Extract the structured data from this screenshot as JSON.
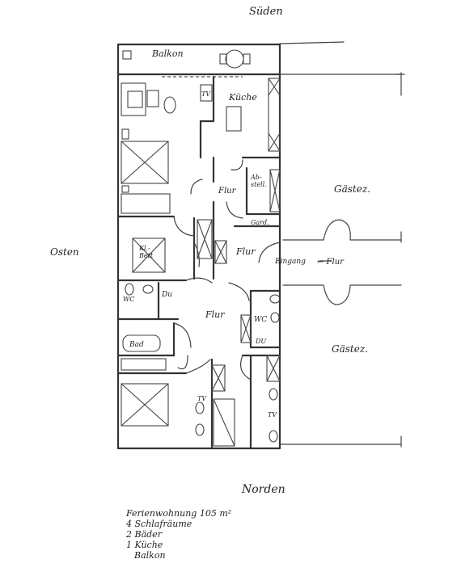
{
  "compass": {
    "south": "Süden",
    "north": "Norden",
    "east": "Osten"
  },
  "rooms": {
    "balcony": "Balkon",
    "kitchen": "Küche",
    "tv_kitchen": "TV",
    "storage": "Ab-\nstell.",
    "hall_1": "Flur",
    "wardrobe": "Gard.",
    "folding_bed": "Kl.-\nBett",
    "hall_2": "Flur",
    "entrance": "Eingang",
    "corridor_arrow": "← Flur",
    "wc_left": "WC",
    "shower_left": "Du",
    "hall_3": "Flur",
    "wc_right": "WC",
    "shower_right": "DU",
    "bath": "Bad",
    "tv_left": "TV",
    "tv_right": "TV",
    "guest_room_top": "Gästez.",
    "guest_room_bottom": "Gästez."
  },
  "legend": {
    "line1": "Ferienwohnung 105 m²",
    "line2": "4 Schlafräume",
    "line3": "2 Bäder",
    "line4": "1 Küche",
    "line5": "Balkon"
  }
}
